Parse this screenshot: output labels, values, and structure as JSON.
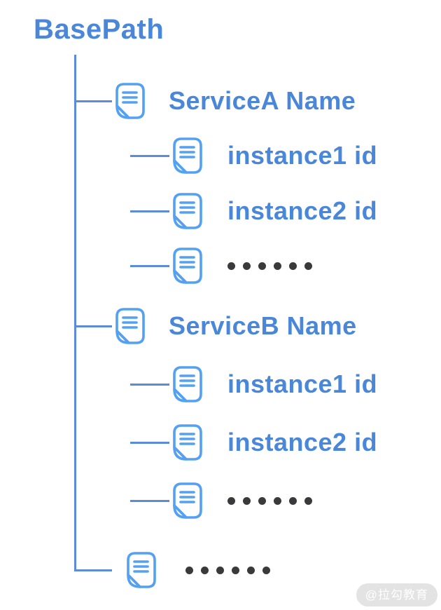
{
  "diagram": {
    "root_label": "BasePath",
    "nodes": [
      {
        "id": "serviceA",
        "label": "ServiceA Name",
        "level": 1,
        "kind": "label"
      },
      {
        "id": "serviceA-instance1",
        "label": "instance1 id",
        "level": 2,
        "kind": "label"
      },
      {
        "id": "serviceA-instance2",
        "label": "instance2 id",
        "level": 2,
        "kind": "label"
      },
      {
        "id": "serviceA-more",
        "label": "",
        "level": 2,
        "kind": "ellipsis",
        "dots": 6
      },
      {
        "id": "serviceB",
        "label": "ServiceB Name",
        "level": 1,
        "kind": "label"
      },
      {
        "id": "serviceB-instance1",
        "label": "instance1 id",
        "level": 2,
        "kind": "label"
      },
      {
        "id": "serviceB-instance2",
        "label": "instance2 id",
        "level": 2,
        "kind": "label"
      },
      {
        "id": "serviceB-more",
        "label": "",
        "level": 2,
        "kind": "ellipsis",
        "dots": 6
      },
      {
        "id": "more-services",
        "label": "",
        "level": 1,
        "kind": "ellipsis",
        "dots": 6
      }
    ]
  },
  "colors": {
    "text_blue": "#4A87D9",
    "connector_blue": "#5C8CD9",
    "icon_blue": "#54A0F2",
    "dots_gray": "#3A3A3C",
    "watermark_bg": "#E3E3E3",
    "watermark_text": "#FFFFFF"
  },
  "watermark": {
    "label": "@拉勾教育"
  }
}
